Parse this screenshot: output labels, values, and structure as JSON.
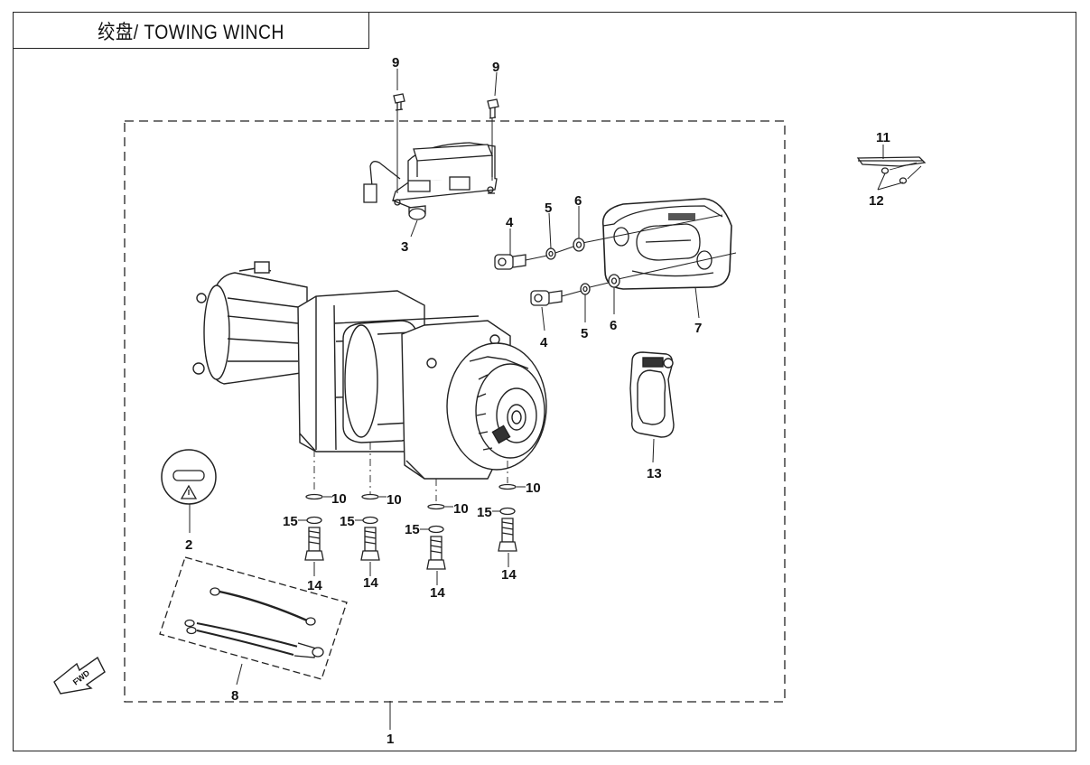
{
  "title": "绞盘/ TOWING WINCH",
  "fwd_label": "FWD",
  "callouts": {
    "c1": "1",
    "c2": "2",
    "c3": "3",
    "c4a": "4",
    "c4b": "4",
    "c5a": "5",
    "c5b": "5",
    "c6a": "6",
    "c6b": "6",
    "c7": "7",
    "c8": "8",
    "c9a": "9",
    "c9b": "9",
    "c10a": "10",
    "c10b": "10",
    "c10c": "10",
    "c10d": "10",
    "c11": "11",
    "c12": "12",
    "c13": "13",
    "c14a": "14",
    "c14b": "14",
    "c14c": "14",
    "c14d": "14",
    "c15a": "15",
    "c15b": "15",
    "c15c": "15",
    "c15d": "15"
  },
  "colors": {
    "line": "#222222",
    "fill": "#ffffff",
    "shade": "#d9d9d9"
  }
}
